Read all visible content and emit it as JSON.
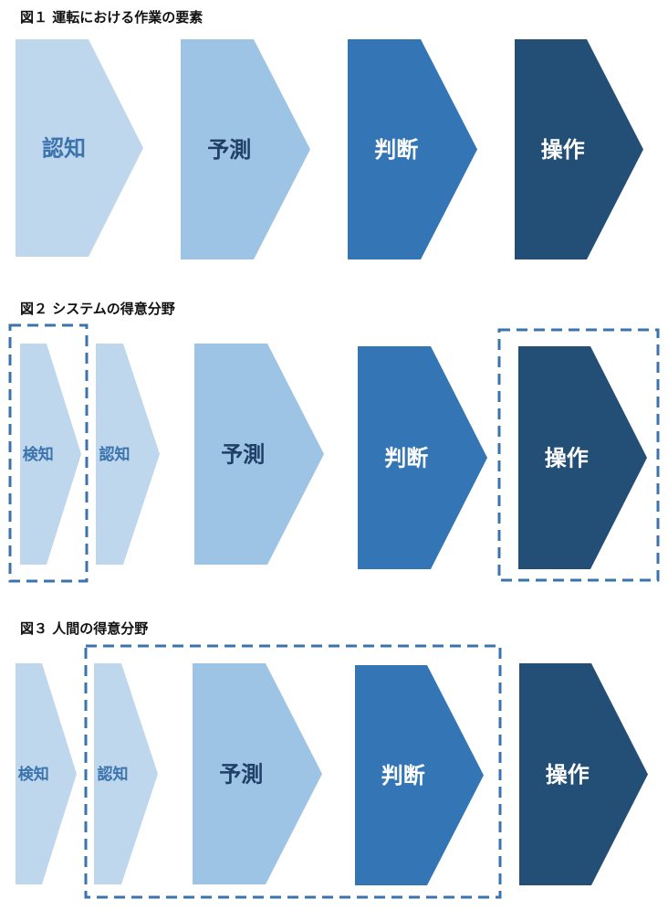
{
  "figures": [
    {
      "title": "図１ 運転における作業の要素",
      "steps": [
        {
          "label": "認知",
          "fill": "#bed7ec",
          "text": "#3b73ae"
        },
        {
          "label": "予測",
          "fill": "#9ec4e5",
          "text": "#1f3f66"
        },
        {
          "label": "判断",
          "fill": "#3375b5",
          "text": "#ffffff"
        },
        {
          "label": "操作",
          "fill": "#234f77",
          "text": "#ffffff"
        }
      ]
    },
    {
      "title": "図２ システムの得意分野",
      "steps": [
        {
          "label": "検知",
          "fill": "#bed7ec",
          "text": "#3b73ae"
        },
        {
          "label": "認知",
          "fill": "#bed7ec",
          "text": "#3b73ae"
        },
        {
          "label": "予測",
          "fill": "#9ec4e5",
          "text": "#1f3f66"
        },
        {
          "label": "判断",
          "fill": "#3375b5",
          "text": "#ffffff"
        },
        {
          "label": "操作",
          "fill": "#234f77",
          "text": "#ffffff"
        }
      ],
      "highlighted": [
        "検知",
        "操作"
      ]
    },
    {
      "title": "図３ 人間の得意分野",
      "steps": [
        {
          "label": "検知",
          "fill": "#bed7ec",
          "text": "#3b73ae"
        },
        {
          "label": "認知",
          "fill": "#bed7ec",
          "text": "#3b73ae"
        },
        {
          "label": "予測",
          "fill": "#9ec4e5",
          "text": "#1f3f66"
        },
        {
          "label": "判断",
          "fill": "#3375b5",
          "text": "#ffffff"
        },
        {
          "label": "操作",
          "fill": "#234f77",
          "text": "#ffffff"
        }
      ],
      "highlighted": [
        "認知",
        "予測",
        "判断"
      ]
    }
  ],
  "colors": {
    "frame": "#3b73ae",
    "title": "#111111"
  }
}
